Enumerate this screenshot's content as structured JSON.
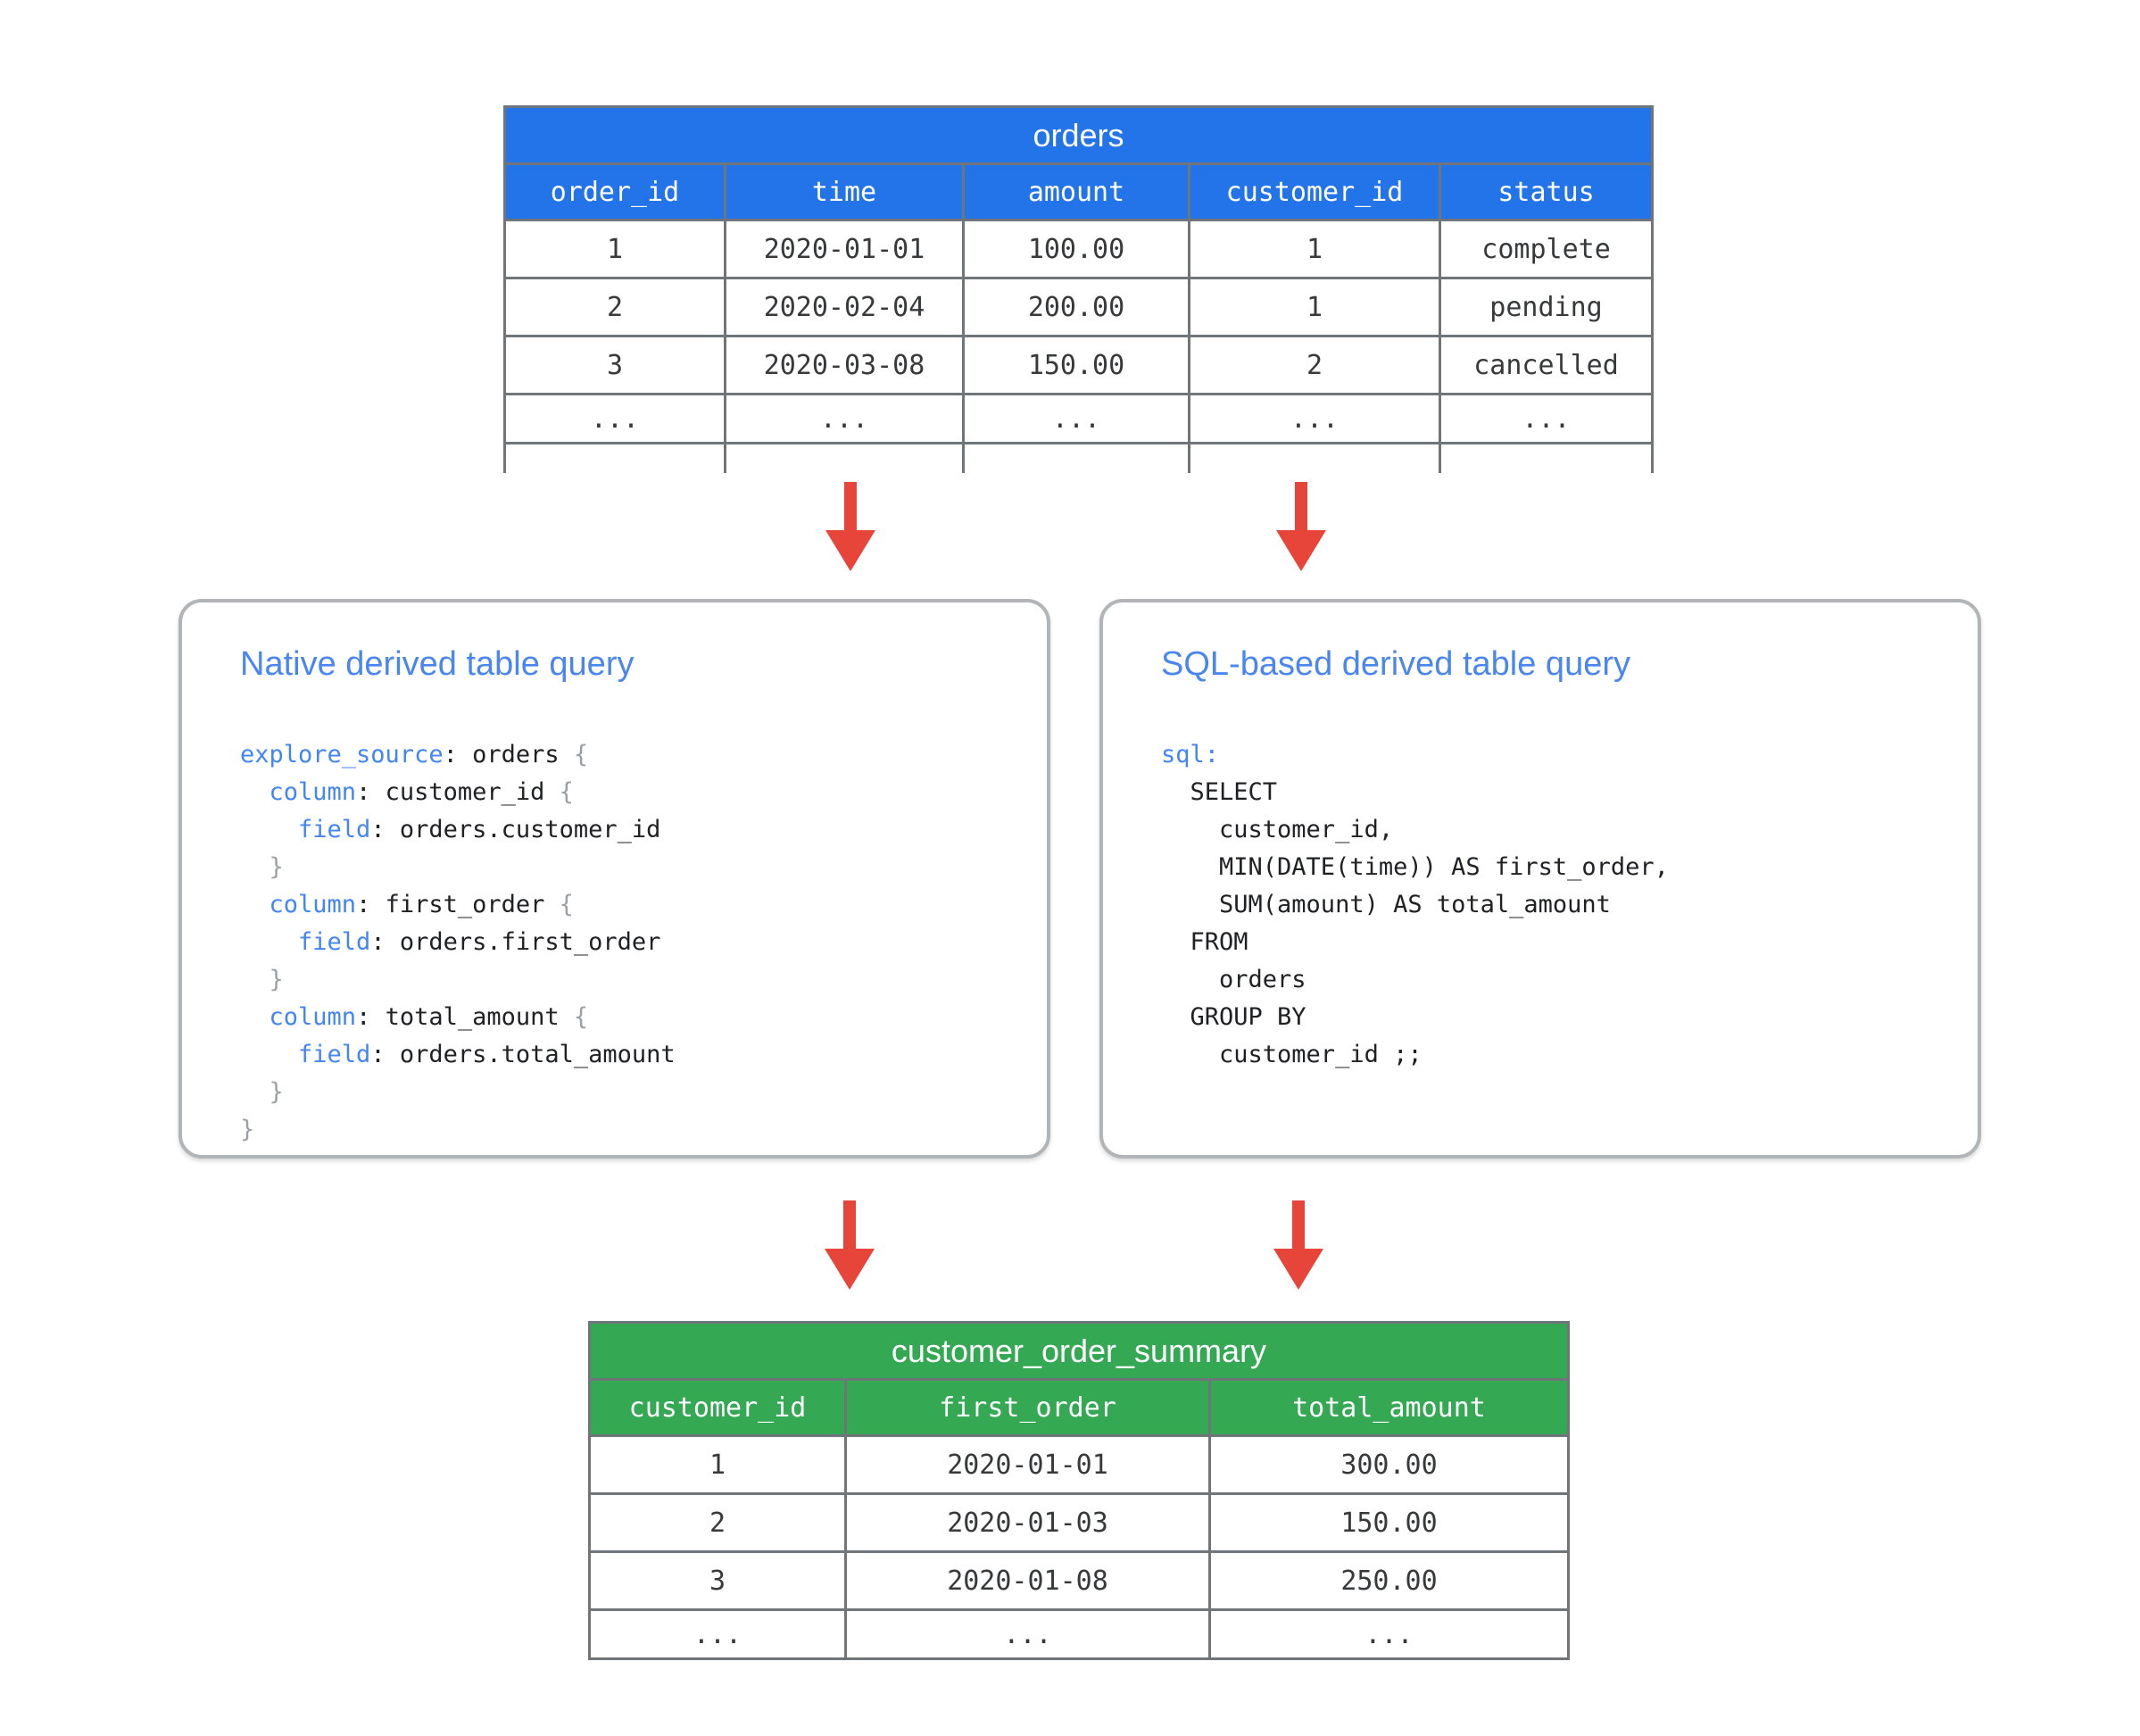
{
  "colors": {
    "blue_header": "#2374e8",
    "green_header": "#34a853",
    "accent_blue": "#4285f4",
    "title_blue": "#4a86f0",
    "arrow_red": "#e8453a",
    "border_gray": "#70757a",
    "box_border": "#b2b5b8",
    "brace_gray": "#9aa0a6",
    "code_black": "#202124"
  },
  "orders_table": {
    "title": "orders",
    "columns": [
      "order_id",
      "time",
      "amount",
      "customer_id",
      "status"
    ],
    "rows": [
      [
        "1",
        "2020-01-01",
        "100.00",
        "1",
        "complete"
      ],
      [
        "2",
        "2020-02-04",
        "200.00",
        "1",
        "pending"
      ],
      [
        "3",
        "2020-03-08",
        "150.00",
        "2",
        "cancelled"
      ],
      [
        "...",
        "...",
        "...",
        "...",
        "..."
      ]
    ]
  },
  "native_box": {
    "title": "Native derived table query",
    "code": [
      [
        {
          "t": "explore_source",
          "c": "kw"
        },
        {
          "t": ": orders ",
          "c": "pl"
        },
        {
          "t": "{",
          "c": "br"
        }
      ],
      [
        {
          "t": "  ",
          "c": "pl"
        },
        {
          "t": "column",
          "c": "kw"
        },
        {
          "t": ": customer_id ",
          "c": "pl"
        },
        {
          "t": "{",
          "c": "br"
        }
      ],
      [
        {
          "t": "    ",
          "c": "pl"
        },
        {
          "t": "field",
          "c": "kw"
        },
        {
          "t": ": orders.customer_id",
          "c": "pl"
        }
      ],
      [
        {
          "t": "  }",
          "c": "br"
        }
      ],
      [
        {
          "t": "  ",
          "c": "pl"
        },
        {
          "t": "column",
          "c": "kw"
        },
        {
          "t": ": first_order ",
          "c": "pl"
        },
        {
          "t": "{",
          "c": "br"
        }
      ],
      [
        {
          "t": "    ",
          "c": "pl"
        },
        {
          "t": "field",
          "c": "kw"
        },
        {
          "t": ": orders.first_order",
          "c": "pl"
        }
      ],
      [
        {
          "t": "  }",
          "c": "br"
        }
      ],
      [
        {
          "t": "  ",
          "c": "pl"
        },
        {
          "t": "column",
          "c": "kw"
        },
        {
          "t": ": total_amount ",
          "c": "pl"
        },
        {
          "t": "{",
          "c": "br"
        }
      ],
      [
        {
          "t": "    ",
          "c": "pl"
        },
        {
          "t": "field",
          "c": "kw"
        },
        {
          "t": ": orders.total_amount",
          "c": "pl"
        }
      ],
      [
        {
          "t": "  }",
          "c": "br"
        }
      ],
      [
        {
          "t": "}",
          "c": "br"
        }
      ]
    ]
  },
  "sql_box": {
    "title": "SQL-based derived table query",
    "code": [
      [
        {
          "t": "sql:",
          "c": "kw"
        }
      ],
      [
        {
          "t": "  SELECT",
          "c": "pl"
        }
      ],
      [
        {
          "t": "    customer_id,",
          "c": "pl"
        }
      ],
      [
        {
          "t": "    MIN(DATE(time)) AS first_order,",
          "c": "pl"
        }
      ],
      [
        {
          "t": "    SUM(amount) AS total_amount",
          "c": "pl"
        }
      ],
      [
        {
          "t": "  FROM",
          "c": "pl"
        }
      ],
      [
        {
          "t": "    orders",
          "c": "pl"
        }
      ],
      [
        {
          "t": "  GROUP BY",
          "c": "pl"
        }
      ],
      [
        {
          "t": "    customer_id ;;",
          "c": "pl"
        }
      ]
    ]
  },
  "summary_table": {
    "title": "customer_order_summary",
    "columns": [
      "customer_id",
      "first_order",
      "total_amount"
    ],
    "rows": [
      [
        "1",
        "2020-01-01",
        "300.00"
      ],
      [
        "2",
        "2020-01-03",
        "150.00"
      ],
      [
        "3",
        "2020-01-08",
        "250.00"
      ],
      [
        "...",
        "...",
        "..."
      ]
    ]
  }
}
